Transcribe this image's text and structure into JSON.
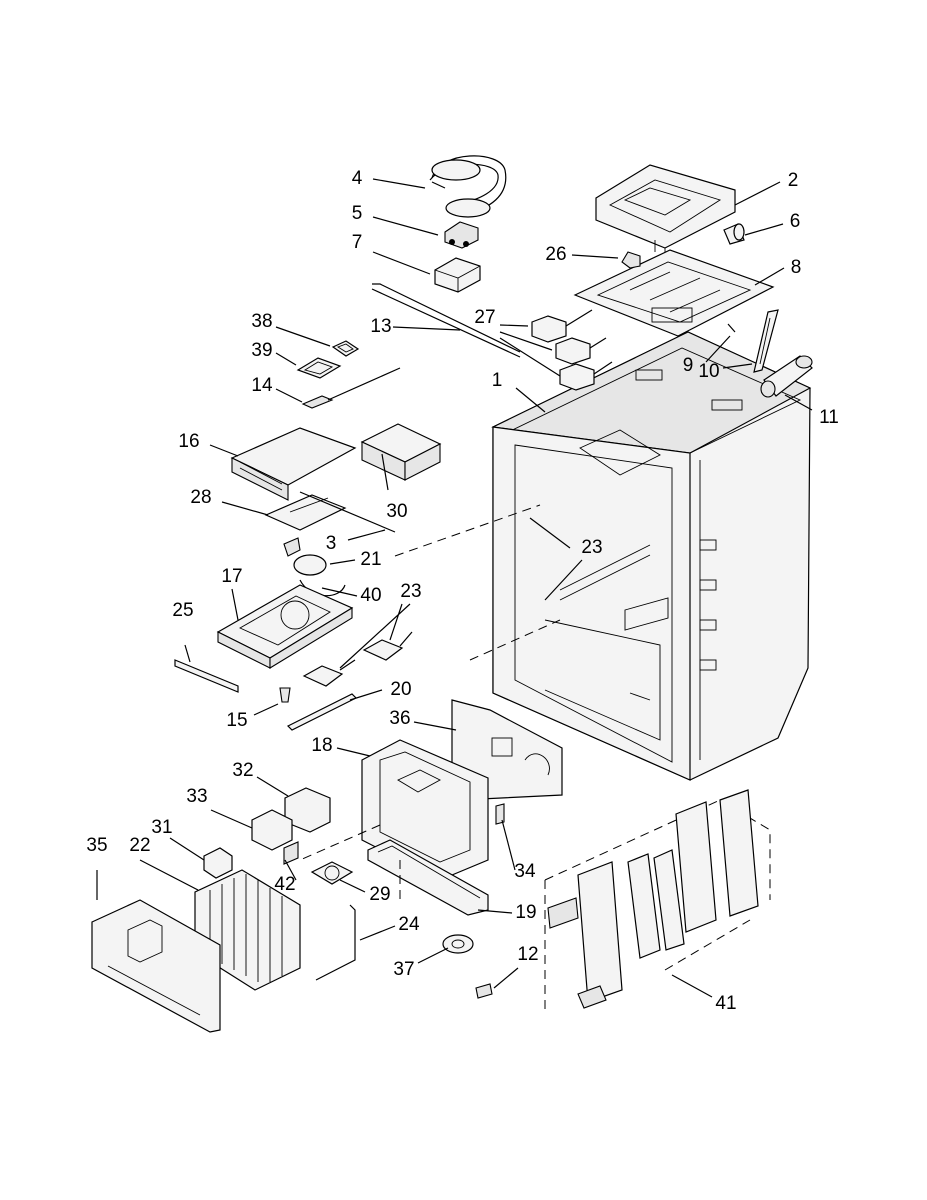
{
  "diagram": {
    "labels": [
      {
        "id": "1",
        "text": "1"
      },
      {
        "id": "2",
        "text": "2"
      },
      {
        "id": "3",
        "text": "3"
      },
      {
        "id": "4",
        "text": "4"
      },
      {
        "id": "5",
        "text": "5"
      },
      {
        "id": "6",
        "text": "6"
      },
      {
        "id": "7",
        "text": "7"
      },
      {
        "id": "8",
        "text": "8"
      },
      {
        "id": "9",
        "text": "9"
      },
      {
        "id": "10",
        "text": "10"
      },
      {
        "id": "11",
        "text": "11"
      },
      {
        "id": "12",
        "text": "12"
      },
      {
        "id": "13",
        "text": "13"
      },
      {
        "id": "14",
        "text": "14"
      },
      {
        "id": "15",
        "text": "15"
      },
      {
        "id": "16",
        "text": "16"
      },
      {
        "id": "17",
        "text": "17"
      },
      {
        "id": "18",
        "text": "18"
      },
      {
        "id": "19",
        "text": "19"
      },
      {
        "id": "20",
        "text": "20"
      },
      {
        "id": "21",
        "text": "21"
      },
      {
        "id": "22",
        "text": "22"
      },
      {
        "id": "23a",
        "text": "23"
      },
      {
        "id": "23b",
        "text": "23"
      },
      {
        "id": "24",
        "text": "24"
      },
      {
        "id": "25",
        "text": "25"
      },
      {
        "id": "26",
        "text": "26"
      },
      {
        "id": "27",
        "text": "27"
      },
      {
        "id": "28",
        "text": "28"
      },
      {
        "id": "29",
        "text": "29"
      },
      {
        "id": "30",
        "text": "30"
      },
      {
        "id": "31",
        "text": "31"
      },
      {
        "id": "32",
        "text": "32"
      },
      {
        "id": "33",
        "text": "33"
      },
      {
        "id": "34",
        "text": "34"
      },
      {
        "id": "35",
        "text": "35"
      },
      {
        "id": "36",
        "text": "36"
      },
      {
        "id": "37",
        "text": "37"
      },
      {
        "id": "38",
        "text": "38"
      },
      {
        "id": "39",
        "text": "39"
      },
      {
        "id": "40",
        "text": "40"
      },
      {
        "id": "41",
        "text": "41"
      },
      {
        "id": "42",
        "text": "42"
      }
    ]
  }
}
